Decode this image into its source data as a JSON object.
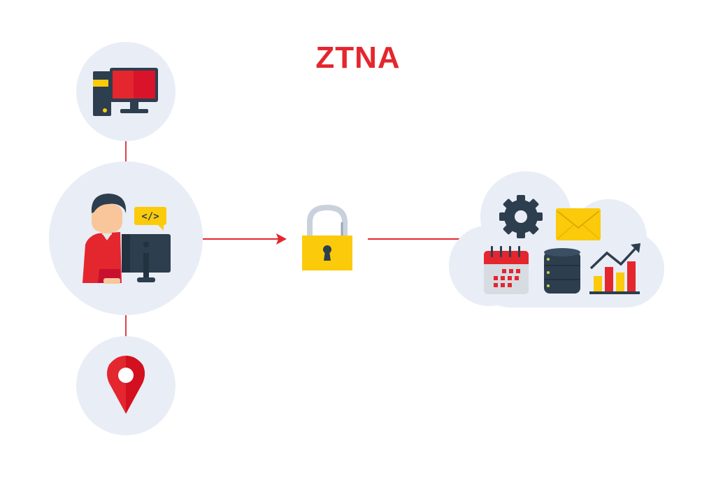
{
  "title": "ZTNA",
  "colors": {
    "accent_red": "#e4262e",
    "circle_bg": "#e9edf6",
    "dark": "#2d3e4e",
    "yellow": "#fbcb0b",
    "background": "#ffffff"
  },
  "nodes": {
    "device": "desktop-computer",
    "user": "developer-at-computer",
    "location": "location-pin",
    "gateway": "padlock",
    "cloud": "cloud-resources"
  },
  "cloud_items": [
    "gear",
    "email",
    "calendar",
    "database",
    "growth-chart"
  ],
  "code_bubble_text": "</>"
}
